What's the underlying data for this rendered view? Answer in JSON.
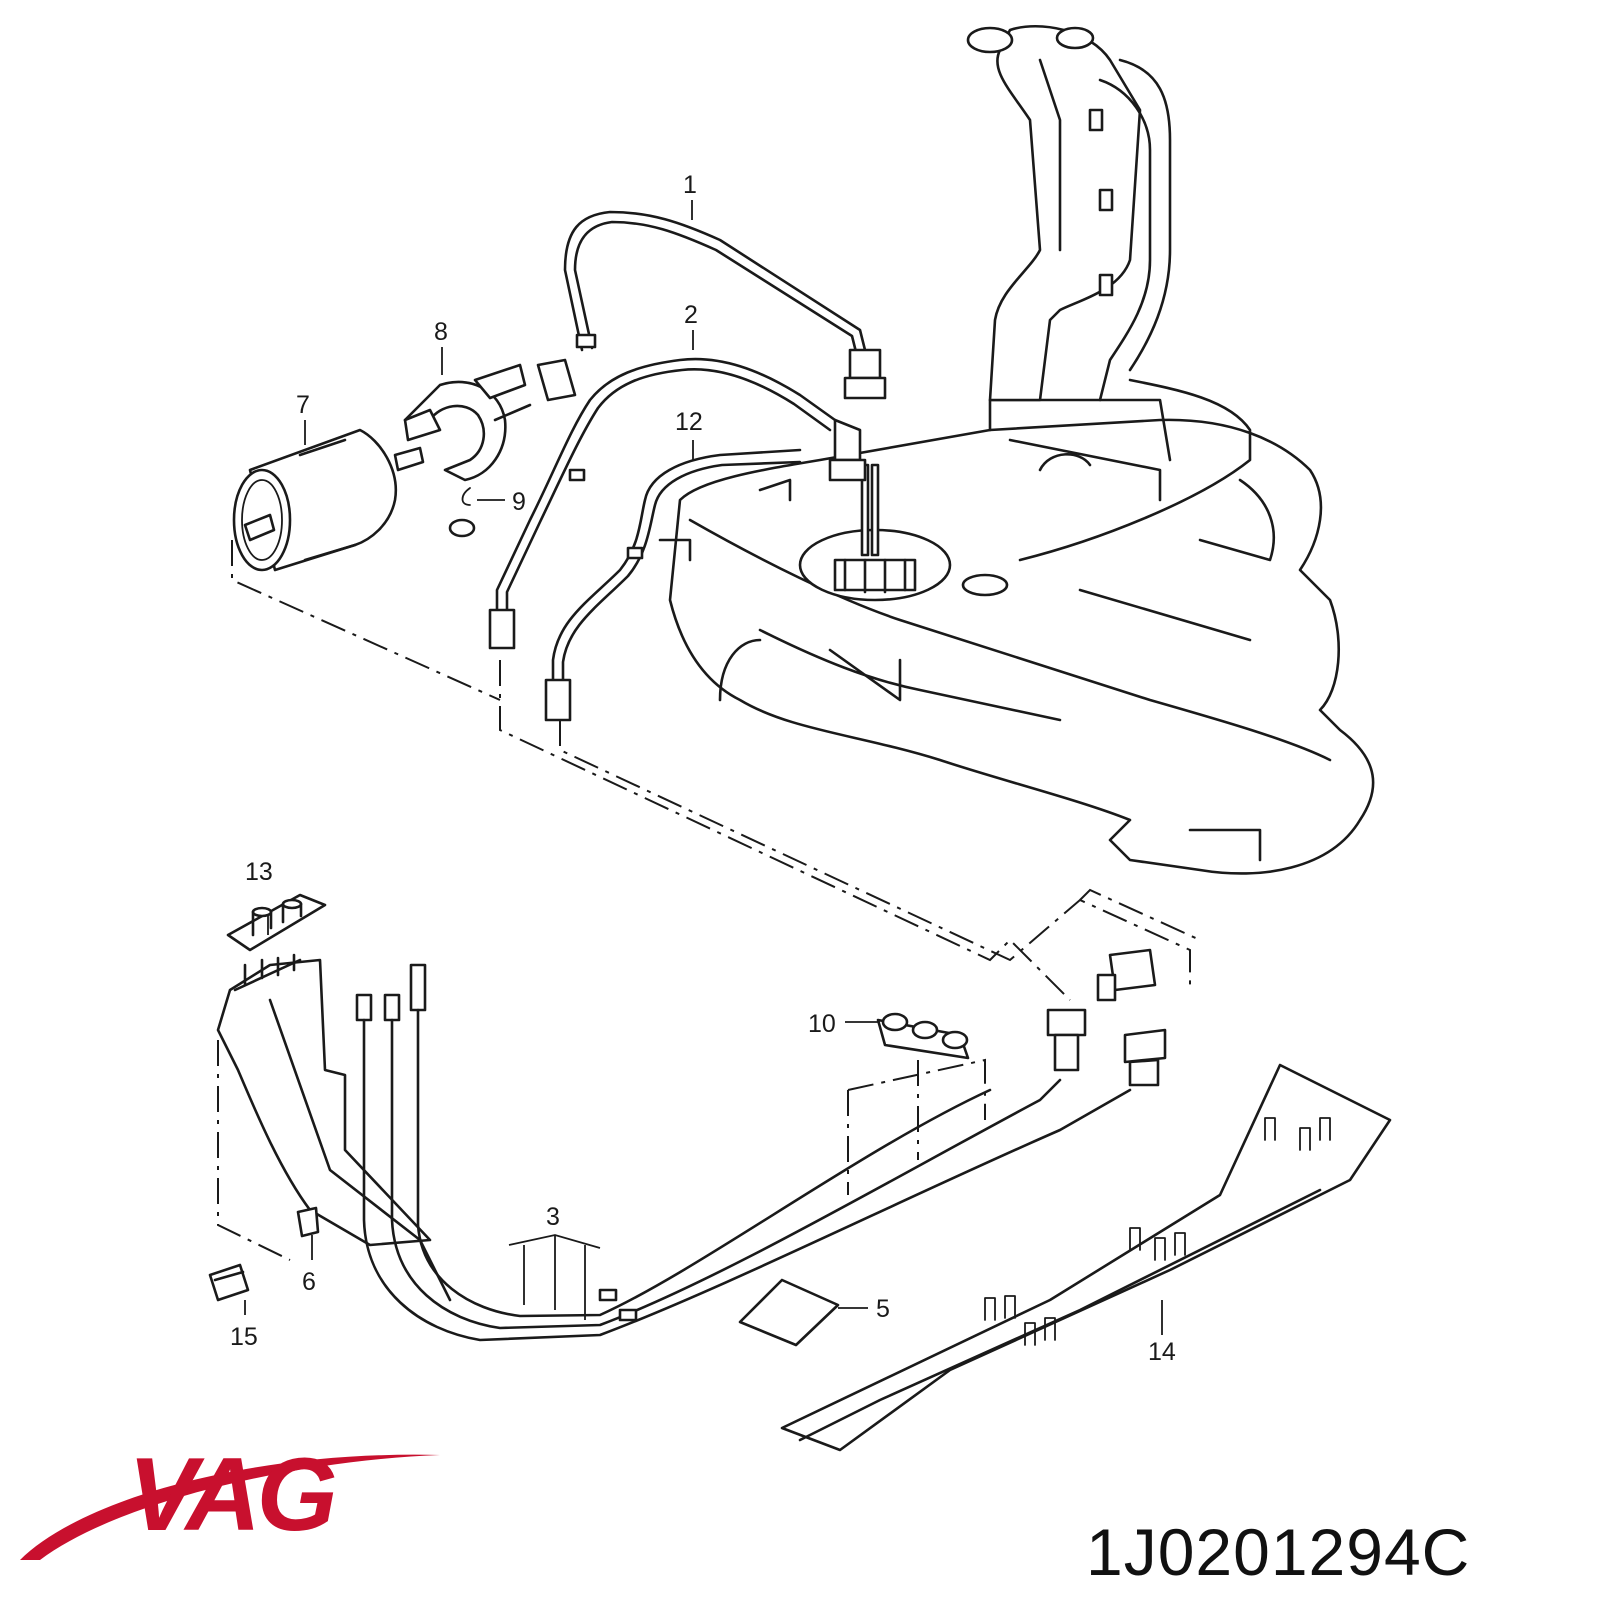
{
  "brand": {
    "name": "VAG",
    "color": "#c8102e"
  },
  "part_number": "1J0201294C",
  "callouts": {
    "c1": "1",
    "c2": "2",
    "c3": "3",
    "c5": "5",
    "c6": "6",
    "c7": "7",
    "c8": "8",
    "c9": "9",
    "c10": "10",
    "c12": "12",
    "c13": "13",
    "c14": "14",
    "c15": "15"
  }
}
